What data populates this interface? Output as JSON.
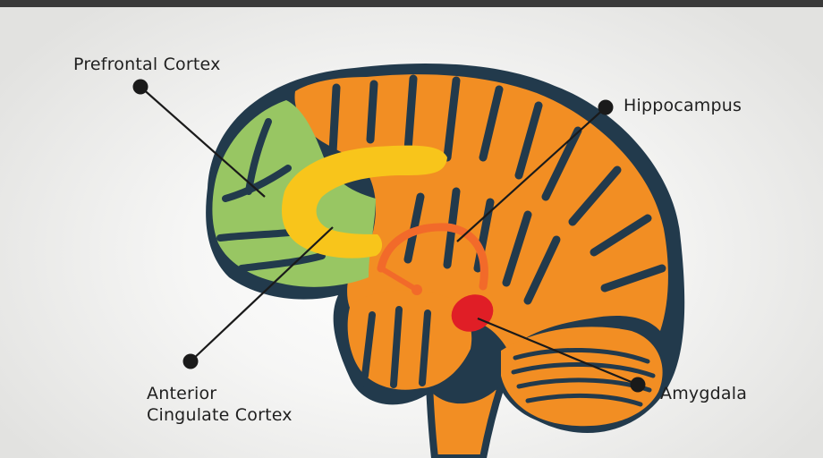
{
  "labels": {
    "prefrontal_cortex": "Prefrontal Cortex",
    "hippocampus": "Hippocampus",
    "anterior_cingulate_line1": "Anterior",
    "anterior_cingulate_line2": "Cingulate Cortex",
    "amygdala": "Amygdala"
  },
  "colors": {
    "outline": "#223a4c",
    "cortex": "#f28e23",
    "prefrontal": "#98c663",
    "cingulate": "#f8c51b",
    "hippocampus": "#f26a2a",
    "amygdala": "#e01e26",
    "pointer": "#1a1a1a"
  }
}
